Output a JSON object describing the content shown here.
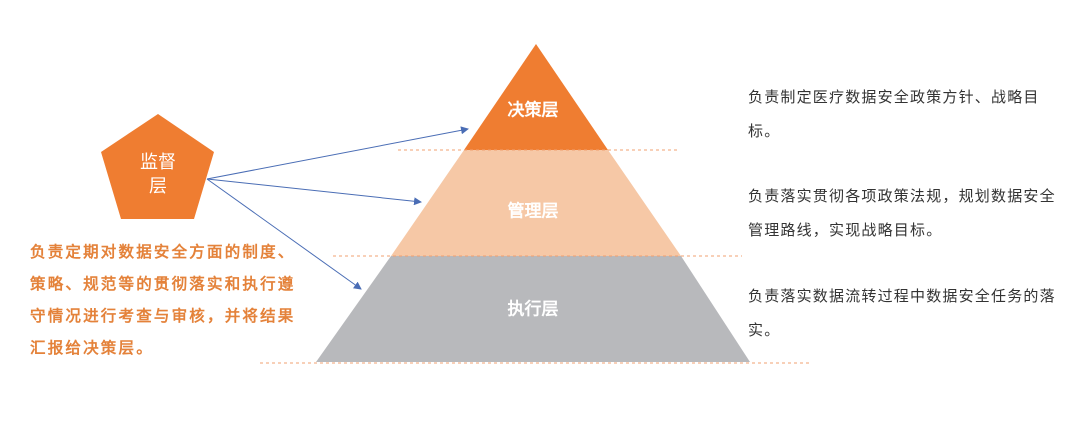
{
  "colors": {
    "orange": "#ef7d31",
    "peach": "#f6c8a6",
    "grey": "#b8b9bc",
    "arrow": "#4a6db5",
    "text": "#333333",
    "supervision_text": "#e4823a"
  },
  "supervision": {
    "label": "监督层",
    "description": "负责定期对数据安全方面的制度、策略、规范等的贯彻落实和执行遵守情况进行考查与审核，并将结果汇报给决策层。"
  },
  "tiers": [
    {
      "label": "决策层",
      "description": "负责制定医疗数据安全政策方针、战略目标。"
    },
    {
      "label": "管理层",
      "description": "负责落实贯彻各项政策法规，规划数据安全管理路线，实现战略目标。"
    },
    {
      "label": "执行层",
      "description": "负责落实数据流转过程中数据安全任务的落实。"
    }
  ]
}
